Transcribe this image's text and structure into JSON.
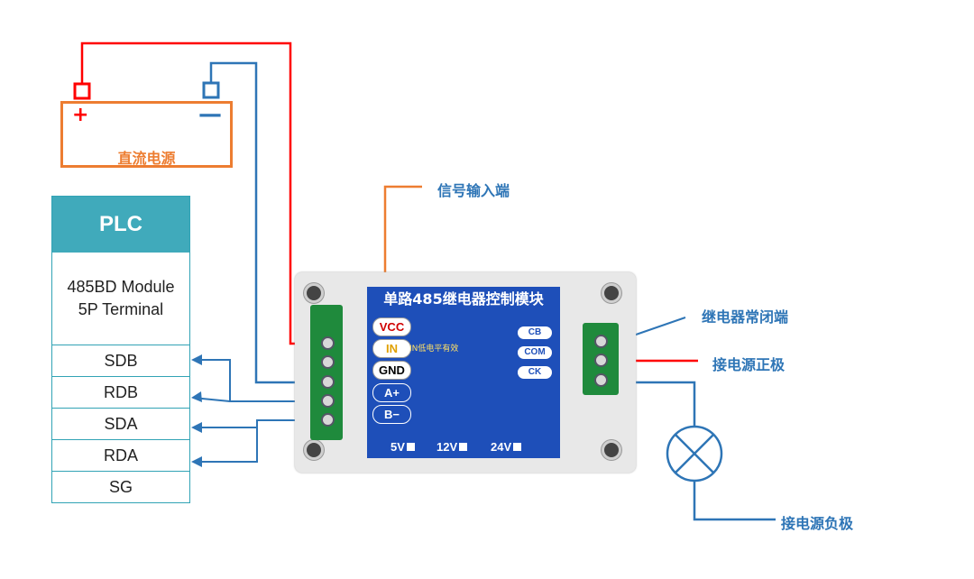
{
  "power_supply": {
    "plus": "+",
    "minus": "—",
    "label": "直流电源"
  },
  "plc": {
    "title": "PLC",
    "module_line1": "485BD Module",
    "module_line2": "5P Terminal",
    "pins": [
      "SDB",
      "RDB",
      "SDA",
      "RDA",
      "SG"
    ]
  },
  "module": {
    "title": "单路485继电器控制模块",
    "pins": [
      "VCC",
      "IN",
      "GND",
      "A+",
      "B−"
    ],
    "in_note": "IN低电平有效",
    "relay_pins": [
      "CB",
      "COM",
      "CK"
    ],
    "voltages": [
      "5V",
      "12V",
      "24V"
    ]
  },
  "callouts": {
    "signal_input": "信号输入端",
    "relay_nc": "继电器常闭端",
    "power_positive": "接电源正极",
    "power_negative": "接电源负极"
  },
  "colors": {
    "red_wire": "#ff0000",
    "blue_wire": "#2e75b6",
    "orange_wire": "#ed7d31",
    "label_blue": "#2e75b6",
    "plc_header": "#40aabb"
  }
}
